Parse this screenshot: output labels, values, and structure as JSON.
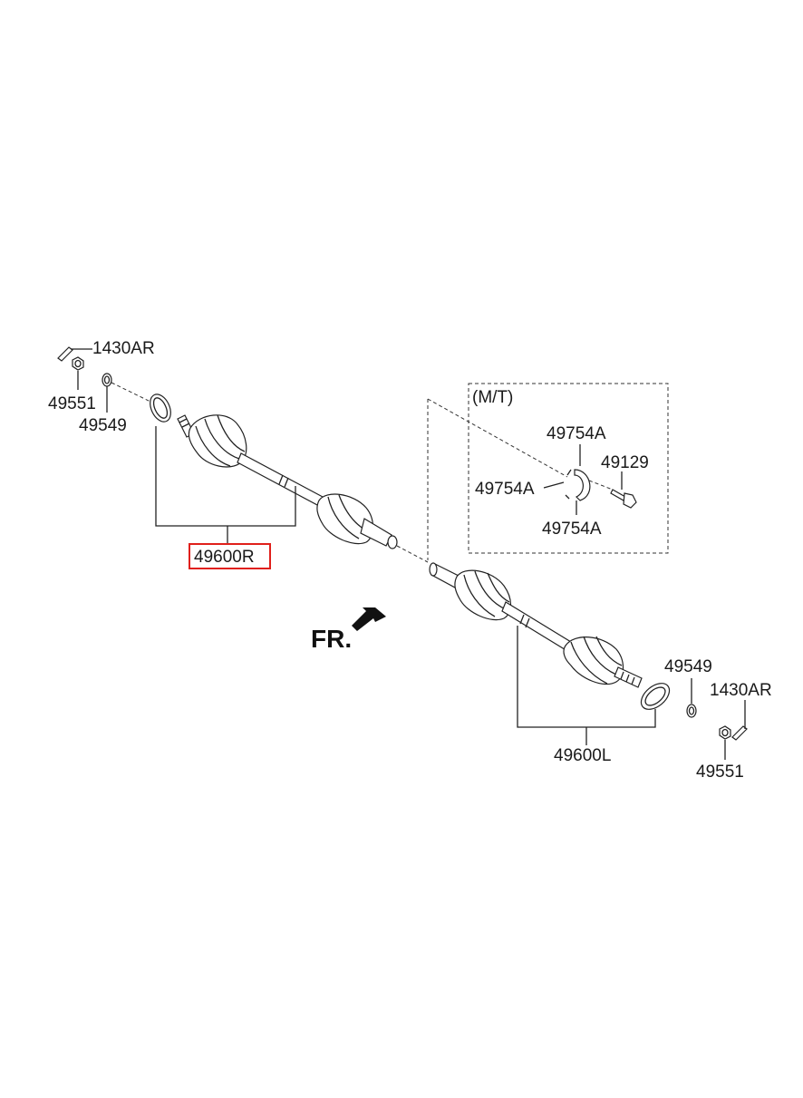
{
  "labels": {
    "cotter_pin_right": "1430AR",
    "nut_right": "49551",
    "washer_right": "49549",
    "assembly_right": "49600R",
    "mt_note": "(M/T)",
    "ring_top": "49754A",
    "ring_left": "49754A",
    "ring_bottom": "49754A",
    "bolt": "49129",
    "front": "FR.",
    "washer_left": "49549",
    "cotter_pin_left": "1430AR",
    "nut_left": "49551",
    "assembly_left": "49600L"
  },
  "colors": {
    "highlight": "#e0201b",
    "line": "#222222"
  },
  "highlighted_part": "assembly_right"
}
